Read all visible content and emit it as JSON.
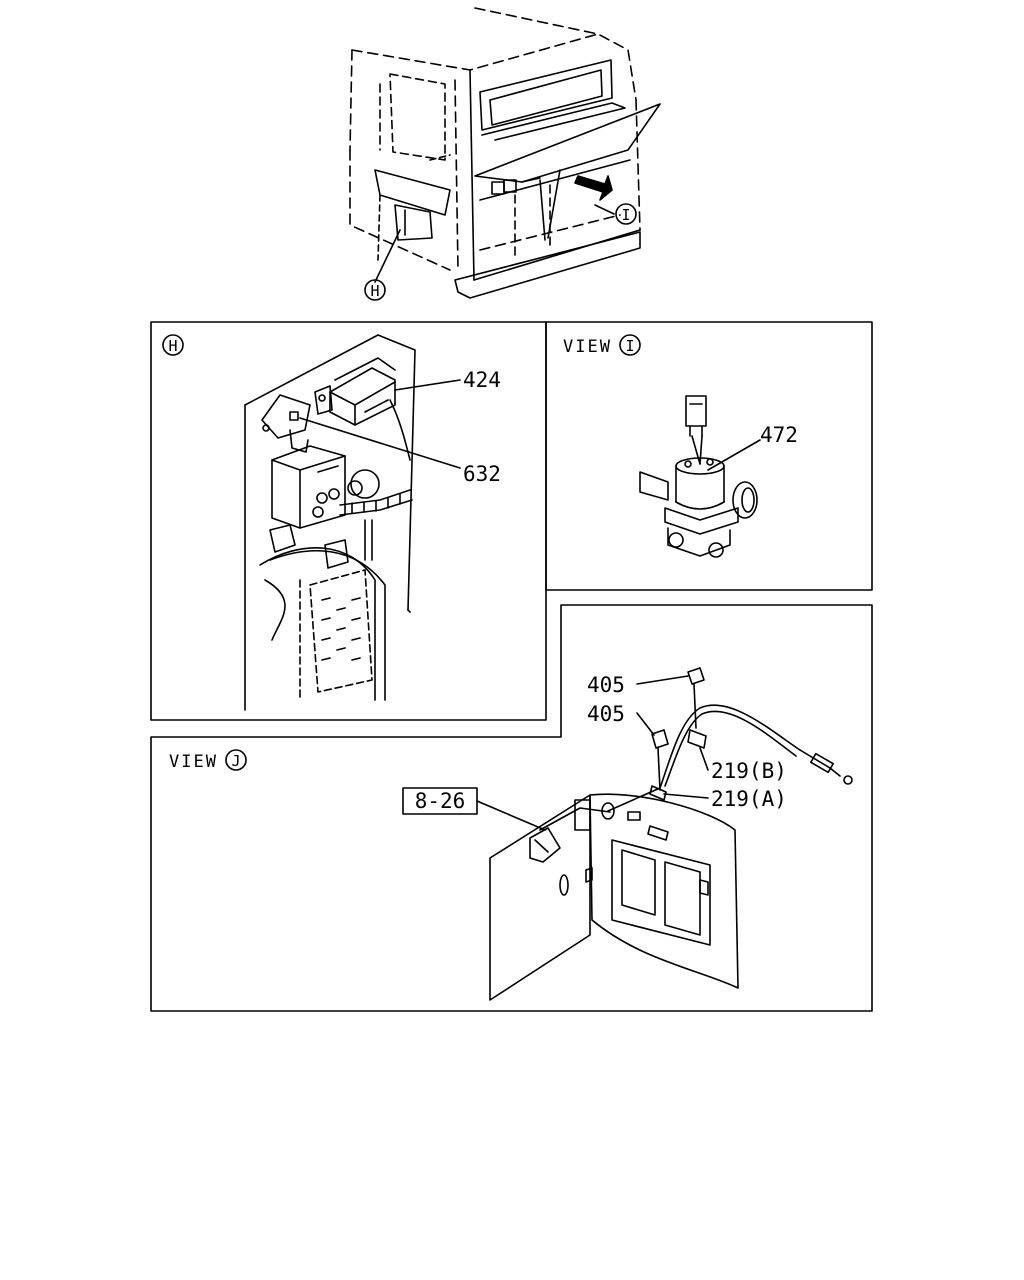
{
  "overview": {
    "callout_h": "H",
    "callout_i": "I"
  },
  "panel_h": {
    "callout": "H",
    "part_424": "424",
    "part_632": "632"
  },
  "panel_i": {
    "view_prefix": "VIEW",
    "view_letter": "I",
    "part_472": "472"
  },
  "panel_j": {
    "view_prefix": "VIEW",
    "view_letter": "J",
    "ref_box": "8-26",
    "part_405_a": "405",
    "part_405_b": "405",
    "part_219b": "219(B)",
    "part_219a": "219(A)"
  }
}
